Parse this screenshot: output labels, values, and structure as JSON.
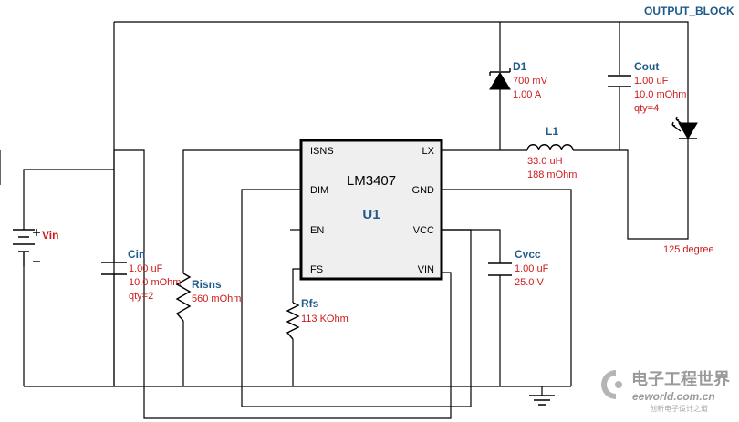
{
  "output_block_label": "OUTPUT_BLOCK",
  "ic": {
    "part": "LM3407",
    "designator": "U1",
    "pins": {
      "isns": "ISNS",
      "dim": "DIM",
      "en": "EN",
      "fs": "FS",
      "lx": "LX",
      "gnd": "GND",
      "vcc": "VCC",
      "vin": "VIN"
    }
  },
  "components": {
    "d1": {
      "ref": "D1",
      "values": [
        "700 mV",
        "1.00 A"
      ]
    },
    "cout": {
      "ref": "Cout",
      "values": [
        "1.00 uF",
        "10.0 mOhm",
        "qty=4"
      ]
    },
    "l1": {
      "ref": "L1",
      "values": [
        "33.0 uH",
        "188 mOhm"
      ]
    },
    "led": {
      "values": [
        "125 degree"
      ]
    },
    "cin": {
      "ref": "Cin",
      "values": [
        "1.00 uF",
        "10.0 mOhm",
        "qty=2"
      ]
    },
    "risns": {
      "ref": "Risns",
      "values": [
        "560 mOhm"
      ]
    },
    "rfs": {
      "ref": "Rfs",
      "values": [
        "113 KOhm"
      ]
    },
    "cvcc": {
      "ref": "Cvcc",
      "values": [
        "1.00 uF",
        "25.0 V"
      ]
    },
    "vin": {
      "ref": "Vin"
    }
  },
  "watermark": {
    "logo_text": "电子工程世界",
    "url": "eeworld.com.cn",
    "slogan": "创新电子设计之道"
  },
  "colors": {
    "designator": "#1f5a8a",
    "value": "#cc1a1a",
    "wire": "#000000",
    "ic_fill": "#efefef"
  }
}
